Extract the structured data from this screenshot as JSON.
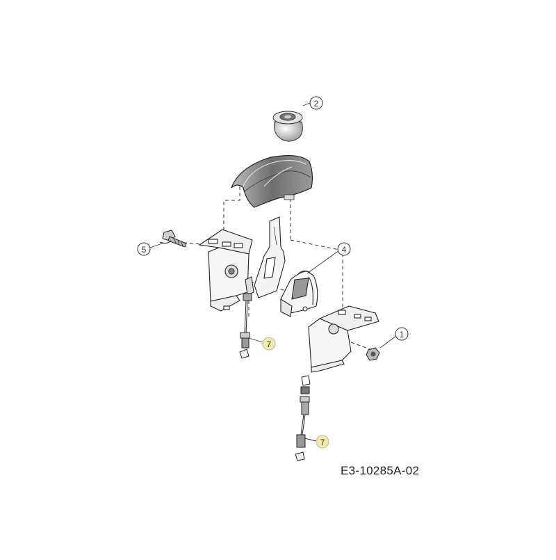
{
  "drawing": {
    "reference": "E3-10285A-02"
  },
  "callouts": [
    {
      "id": "callout-1",
      "label": "1",
      "highlight": false
    },
    {
      "id": "callout-2",
      "label": "2",
      "highlight": false
    },
    {
      "id": "callout-4",
      "label": "4",
      "highlight": false
    },
    {
      "id": "callout-5",
      "label": "5",
      "highlight": false
    },
    {
      "id": "callout-7a",
      "label": "7",
      "highlight": true
    },
    {
      "id": "callout-7b",
      "label": "7",
      "highlight": true
    }
  ],
  "colors": {
    "line": "#333333",
    "part_fill": "#f4f4f4",
    "dark_part": "#555555",
    "highlight": "#f3e9a8"
  }
}
